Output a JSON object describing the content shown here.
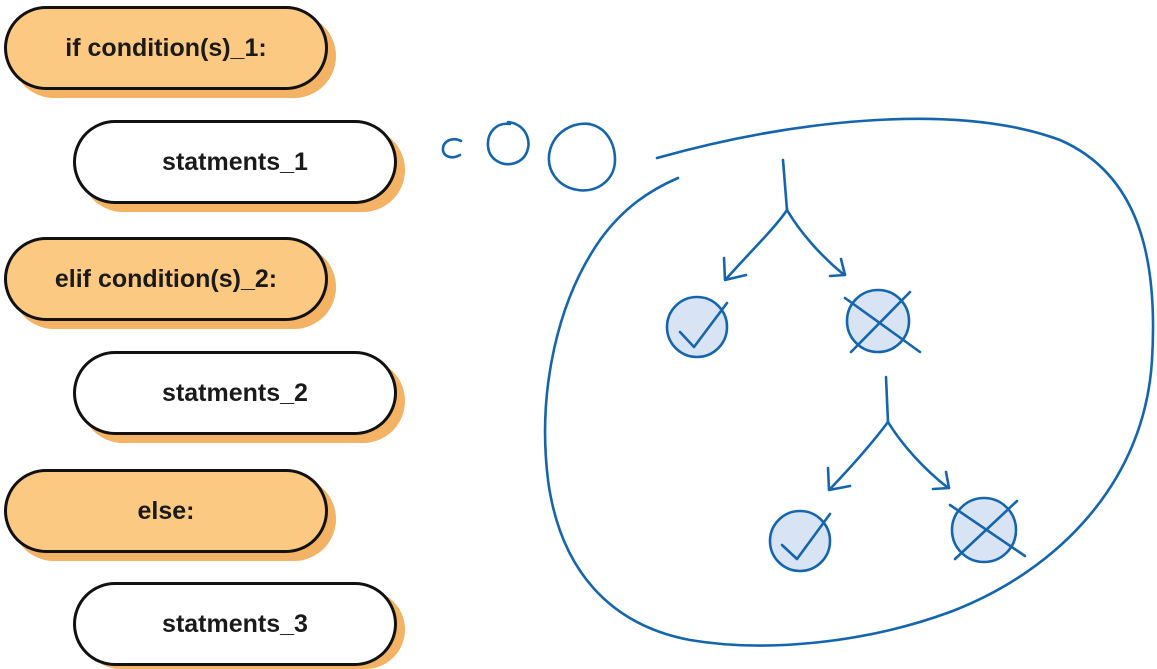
{
  "colors": {
    "condition_fill": "#fcc982",
    "shadow": "#f4b264",
    "outline": "#111111",
    "sketch_blue": "#1565ad",
    "node_fill": "#d8e4f4"
  },
  "blocks": [
    {
      "id": "if",
      "kind": "condition",
      "label": "if condition(s)_1:"
    },
    {
      "id": "stmt1",
      "kind": "statement",
      "label": "statments_1"
    },
    {
      "id": "elif",
      "kind": "condition",
      "label": "elif condition(s)_2:"
    },
    {
      "id": "stmt2",
      "kind": "statement",
      "label": "statments_2"
    },
    {
      "id": "else",
      "kind": "condition",
      "label": "else:"
    },
    {
      "id": "stmt3",
      "kind": "statement",
      "label": "statments_3"
    }
  ],
  "thought_bubble": {
    "levels": [
      {
        "branches": [
          "check-icon",
          "cross-icon"
        ]
      },
      {
        "branches": [
          "check-icon",
          "cross-icon"
        ]
      }
    ]
  }
}
